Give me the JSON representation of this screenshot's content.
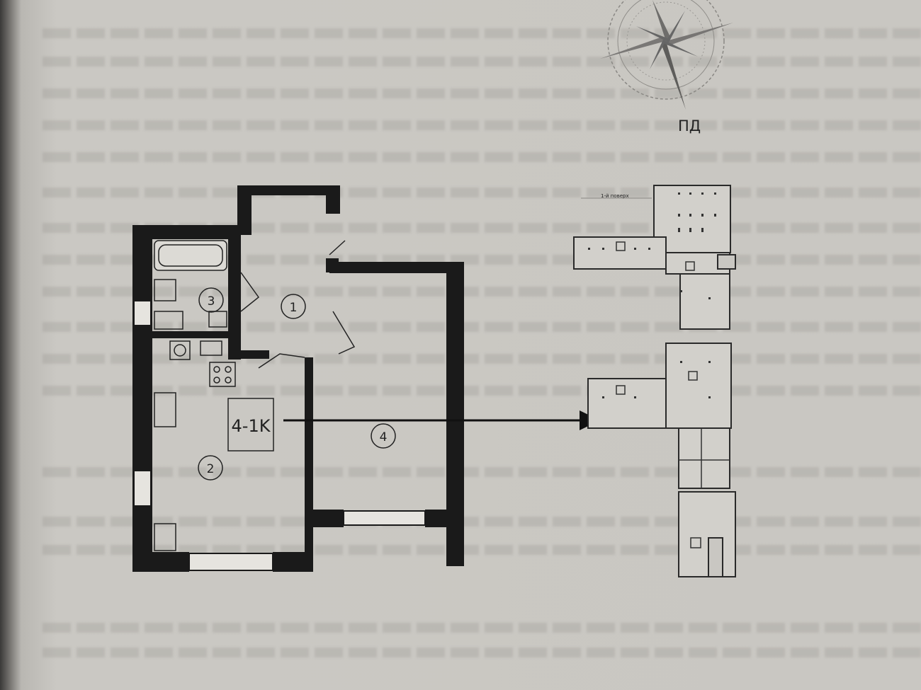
{
  "compass": {
    "direction_label": "ПД"
  },
  "apartment": {
    "type_label": "4-1K",
    "rooms": [
      {
        "number": "1"
      },
      {
        "number": "2"
      },
      {
        "number": "3"
      },
      {
        "number": "4"
      }
    ]
  },
  "building_plan": {
    "floor_label": "1-й поверх"
  },
  "colors": {
    "wall": "#1a1a1a",
    "paper": "#c9c7c2",
    "line": "#2a2a2a"
  }
}
